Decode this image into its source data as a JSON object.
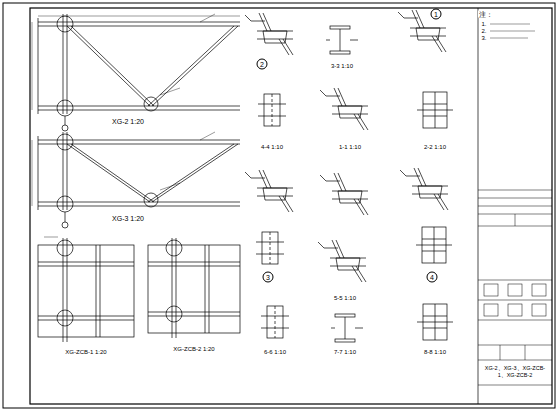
{
  "diagram": {
    "labels": [
      "XG-2 1:20",
      "XG-3 1:20",
      "XG-ZCB-1 1:20",
      "XG-ZCB-2 1:20",
      "2",
      "3-3 1:10",
      "1",
      "4-4 1:10",
      "1-1 1:10",
      "2-2 1:10",
      "3",
      "5-5 1:10",
      "4",
      "6-6 1:10",
      "7-7 1:10",
      "8-8 1:10",
      "注：",
      "1.",
      "2.",
      "3.",
      "XG-2、XG-3、XG-ZCB-1、XG-ZCB-2"
    ]
  }
}
